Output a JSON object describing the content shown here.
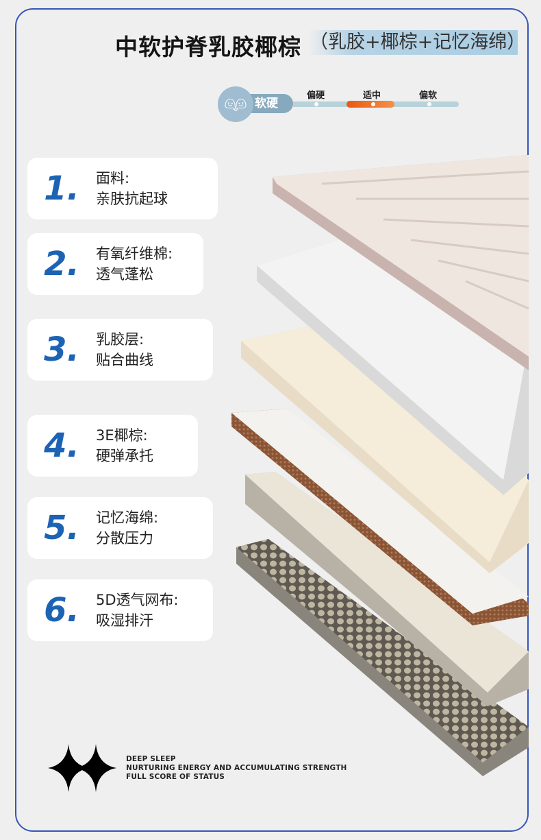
{
  "header": {
    "title": "中软护脊乳胶椰棕",
    "subtitle": "（乳胶+椰棕+记忆海绵）"
  },
  "firmness": {
    "badge": "软硬",
    "levels": [
      "偏硬",
      "适中",
      "偏软"
    ],
    "selected": "适中",
    "accent": "#e96a1f"
  },
  "layers": [
    {
      "number": "1.",
      "name": "面料:",
      "feature": "亲肤抗起球"
    },
    {
      "number": "2.",
      "name": "有氧纤维棉:",
      "feature": "透气蓬松"
    },
    {
      "number": "3.",
      "name": "乳胶层:",
      "feature": "贴合曲线"
    },
    {
      "number": "4.",
      "name": "3E椰棕:",
      "feature": "硬弹承托"
    },
    {
      "number": "5.",
      "name": "记忆海绵:",
      "feature": "分散压力"
    },
    {
      "number": "6.",
      "name": "5D透气网布:",
      "feature": "吸湿排汗"
    }
  ],
  "footer": {
    "line1": "DEEP SLEEP",
    "line2": "NURTURING ENERGY AND ACCUMULATING STRENGTH",
    "line3": "FULL SCORE OF STATUS"
  }
}
